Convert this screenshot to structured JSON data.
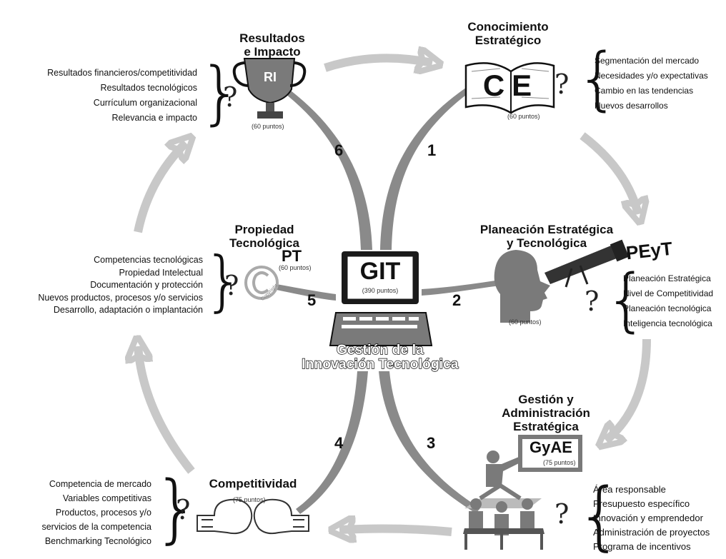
{
  "center": {
    "acronym": "GIT",
    "points": "(390 puntos)",
    "name_line1": "Gestión de la",
    "name_line2": "Innovación Tecnológica"
  },
  "nodes": {
    "ce": {
      "number": "1",
      "title_line1": "Conocimiento",
      "title_line2": "Estratégico",
      "icon_text": "CE",
      "points": "(60 puntos)",
      "items": [
        "Segmentación del mercado",
        "Necesidades y/o expectativas",
        "Cambio en las tendencias",
        "Nuevos desarrollos"
      ]
    },
    "peyt": {
      "number": "2",
      "title_line1": "Planeación Estratégica",
      "title_line2": "y Tecnológica",
      "acronym": "PEyT",
      "points": "(60 puntos)",
      "items": [
        "Planeación Estratégica",
        "Nivel de Competitividad",
        "Planeación tecnológica",
        "Inteligencia tecnológica"
      ]
    },
    "gyae": {
      "number": "3",
      "title_line1": "Gestión y",
      "title_line2": "Administración",
      "title_line3": "Estratégica",
      "acronym": "GyAE",
      "points": "(75 puntos)",
      "items": [
        "Área responsable",
        "Presupuesto específico",
        "Innovación y emprendedor",
        "Administración de proyectos",
        "Programa de incentivos"
      ]
    },
    "comp": {
      "number": "4",
      "title": "Competitividad",
      "points": "(75 puntos)",
      "items": [
        "Competencia de mercado",
        "Variables competitivas",
        "Productos, procesos y/o",
        "servicios de la competencia",
        "Benchmarking Tecnológico"
      ]
    },
    "pt": {
      "number": "5",
      "title_line1": "Propiedad",
      "title_line2": "Tecnológica",
      "acronym": "PT",
      "points": "(60 puntos)",
      "icon_caption": "Copyright",
      "items": [
        "Competencias tecnológicas",
        "Propiedad Intelectual",
        "Documentación y protección",
        "Nuevos productos, procesos y/o servicios",
        "Desarrollo, adaptación o implantación"
      ]
    },
    "ri": {
      "number": "6",
      "title_line1": "Resultados",
      "title_line2": "e Impacto",
      "icon_text": "RI",
      "points": "(60 puntos)",
      "items": [
        "Resultados financieros/competitividad",
        "Resultados tecnológicos",
        "Currículum organizacional",
        "Relevancia e impacto"
      ]
    }
  },
  "question_mark": "?",
  "colors": {
    "arrow": "#c8c8c8",
    "connector": "#8a8a8a",
    "icon": "#7a7a7a",
    "dark": "#111111"
  }
}
